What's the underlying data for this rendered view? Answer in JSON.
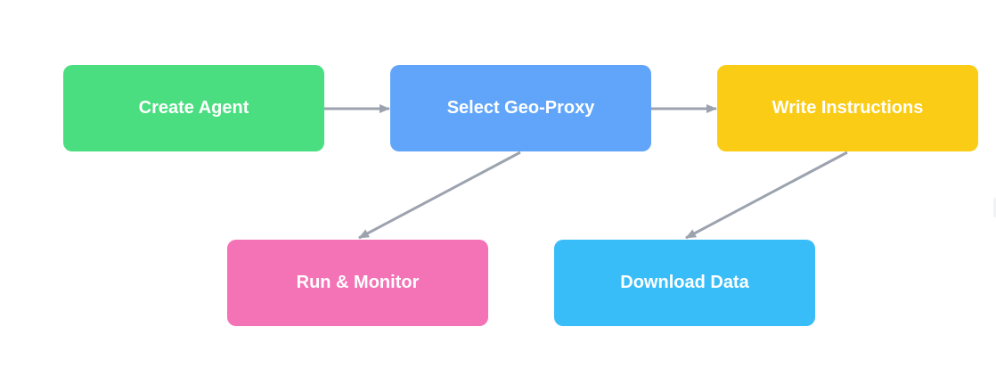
{
  "diagram": {
    "nodes": [
      {
        "id": "create-agent",
        "label": "Create Agent",
        "color": "#4ade80"
      },
      {
        "id": "select-geo-proxy",
        "label": "Select Geo-Proxy",
        "color": "#60a5fa"
      },
      {
        "id": "write-instructions",
        "label": "Write Instructions",
        "color": "#facc15"
      },
      {
        "id": "run-monitor",
        "label": "Run & Monitor",
        "color": "#f472b6"
      },
      {
        "id": "download-data",
        "label": "Download Data",
        "color": "#38bdf8"
      }
    ],
    "edges": [
      {
        "from": "create-agent",
        "to": "select-geo-proxy"
      },
      {
        "from": "select-geo-proxy",
        "to": "write-instructions"
      },
      {
        "from": "select-geo-proxy",
        "to": "run-monitor"
      },
      {
        "from": "write-instructions",
        "to": "download-data"
      }
    ],
    "edge_color": "#9ca3af"
  }
}
